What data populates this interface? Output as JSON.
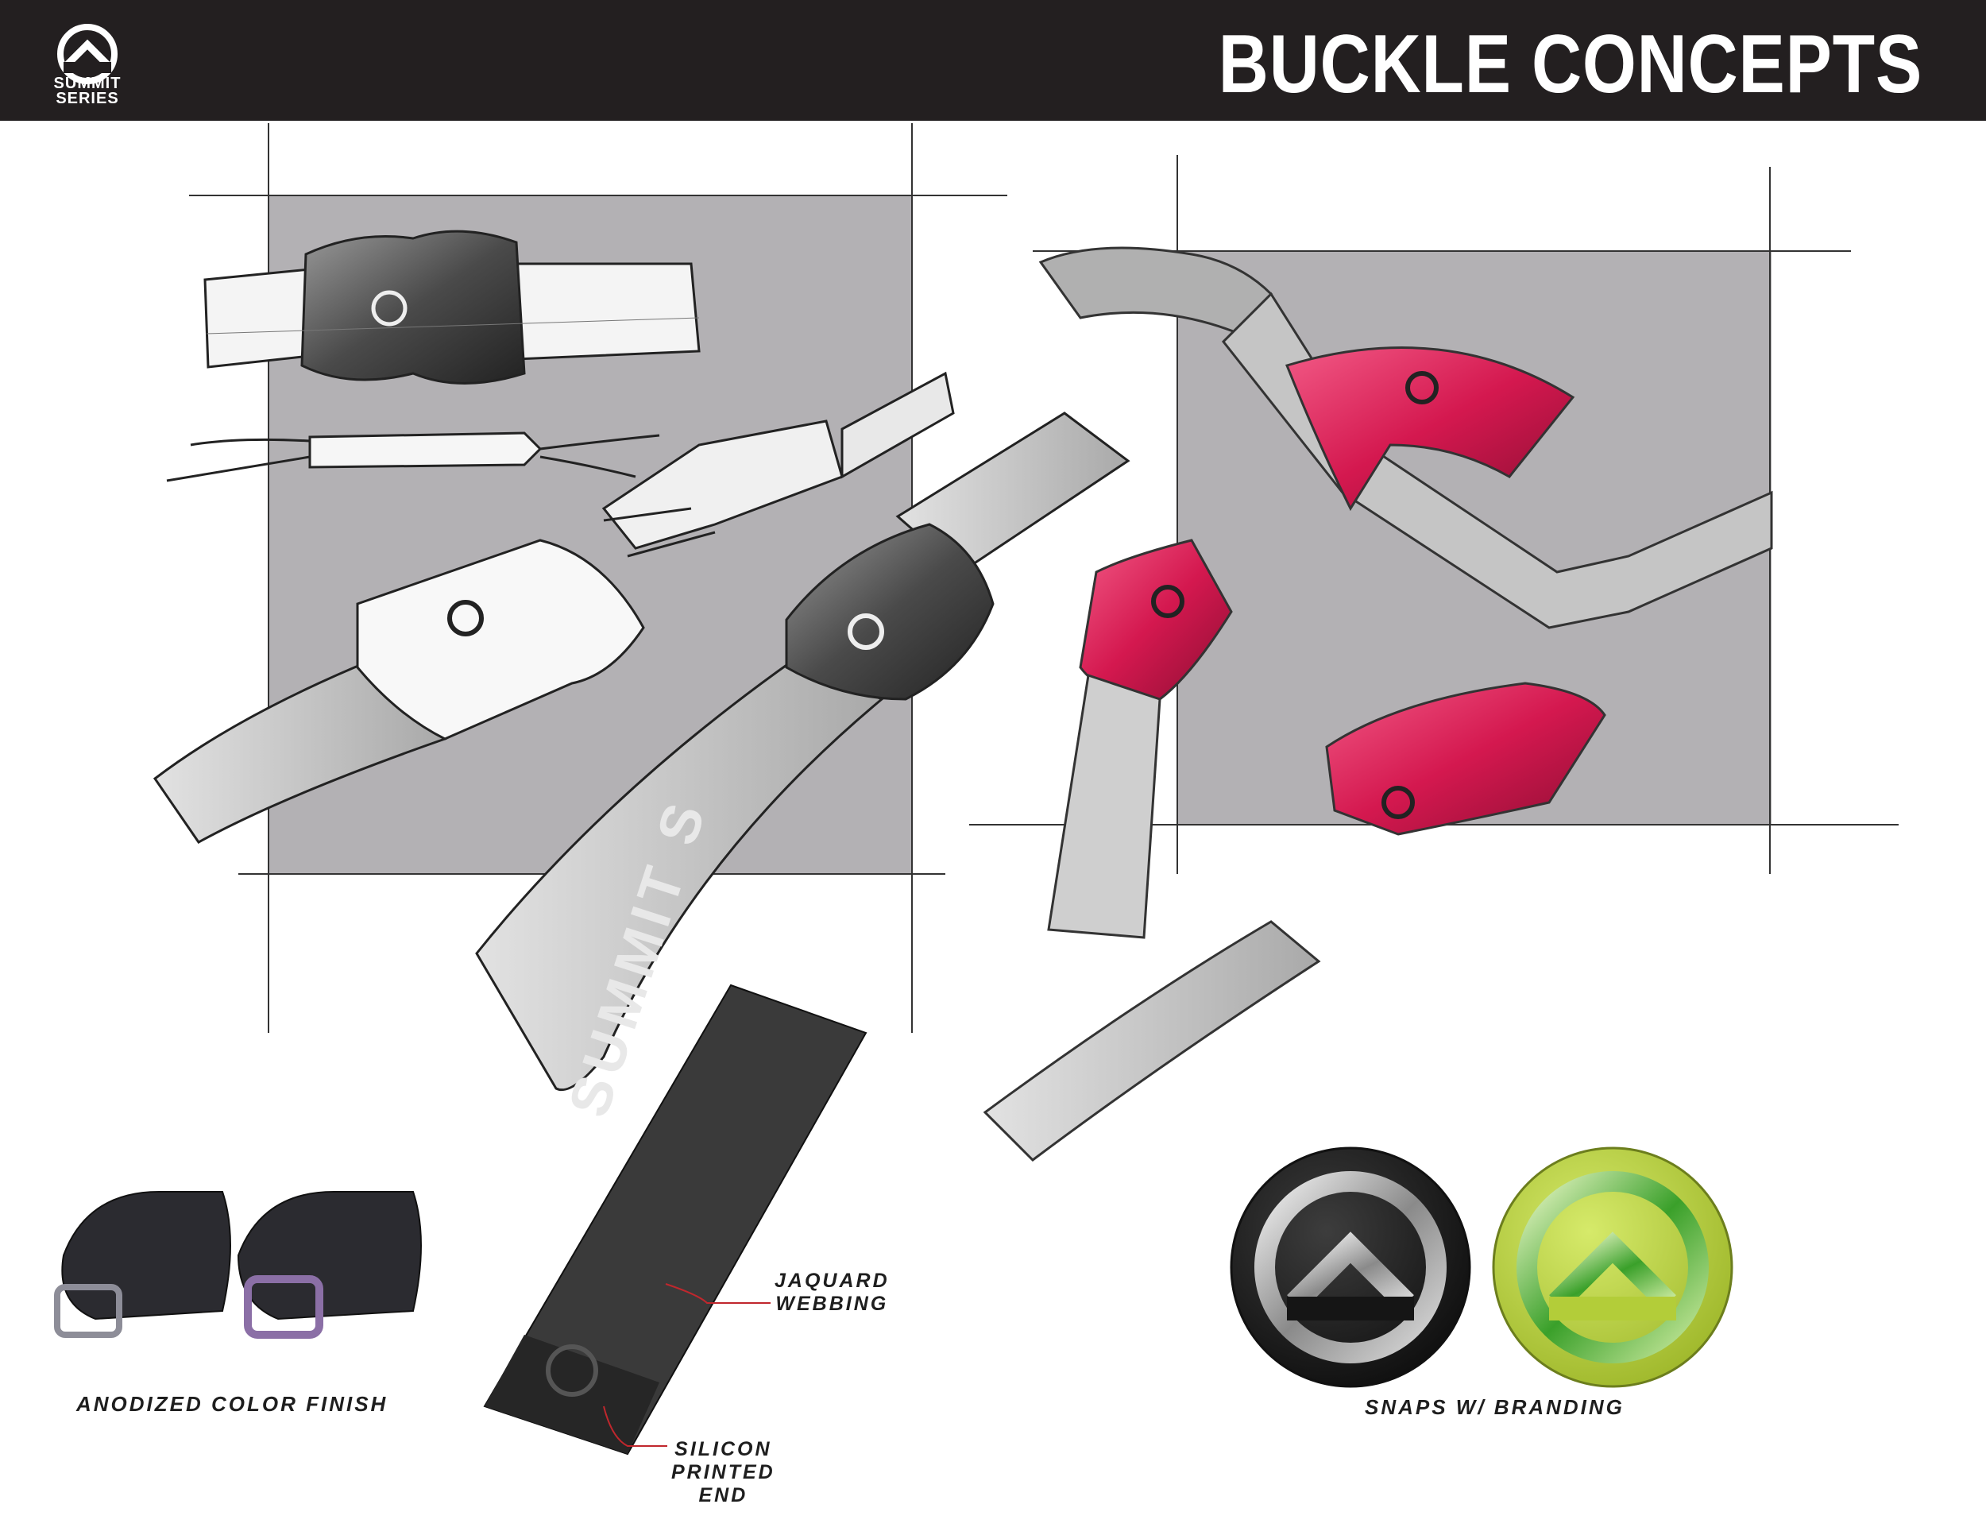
{
  "header": {
    "title": "BUCKLE CONCEPTS",
    "logo_text_line1": "SUMMIT",
    "logo_text_line2": "SERIES"
  },
  "webbing_print": "SUMMIT SE",
  "captions": {
    "anodized": "ANODIZED COLOR FINISH",
    "snaps": "SNAPS W/ BRANDING"
  },
  "callouts": {
    "jaquard_line1": "JAQUARD",
    "jaquard_line2": "WEBBING",
    "silicon_line1": "SILICON",
    "silicon_line2": "PRINTED",
    "silicon_line3": "END"
  },
  "colors": {
    "header_bg": "#231f20",
    "accent_magenta": "#d4184f",
    "snap_lime": "#bcd63e",
    "backdrop_gray": "#b3b1b4"
  }
}
